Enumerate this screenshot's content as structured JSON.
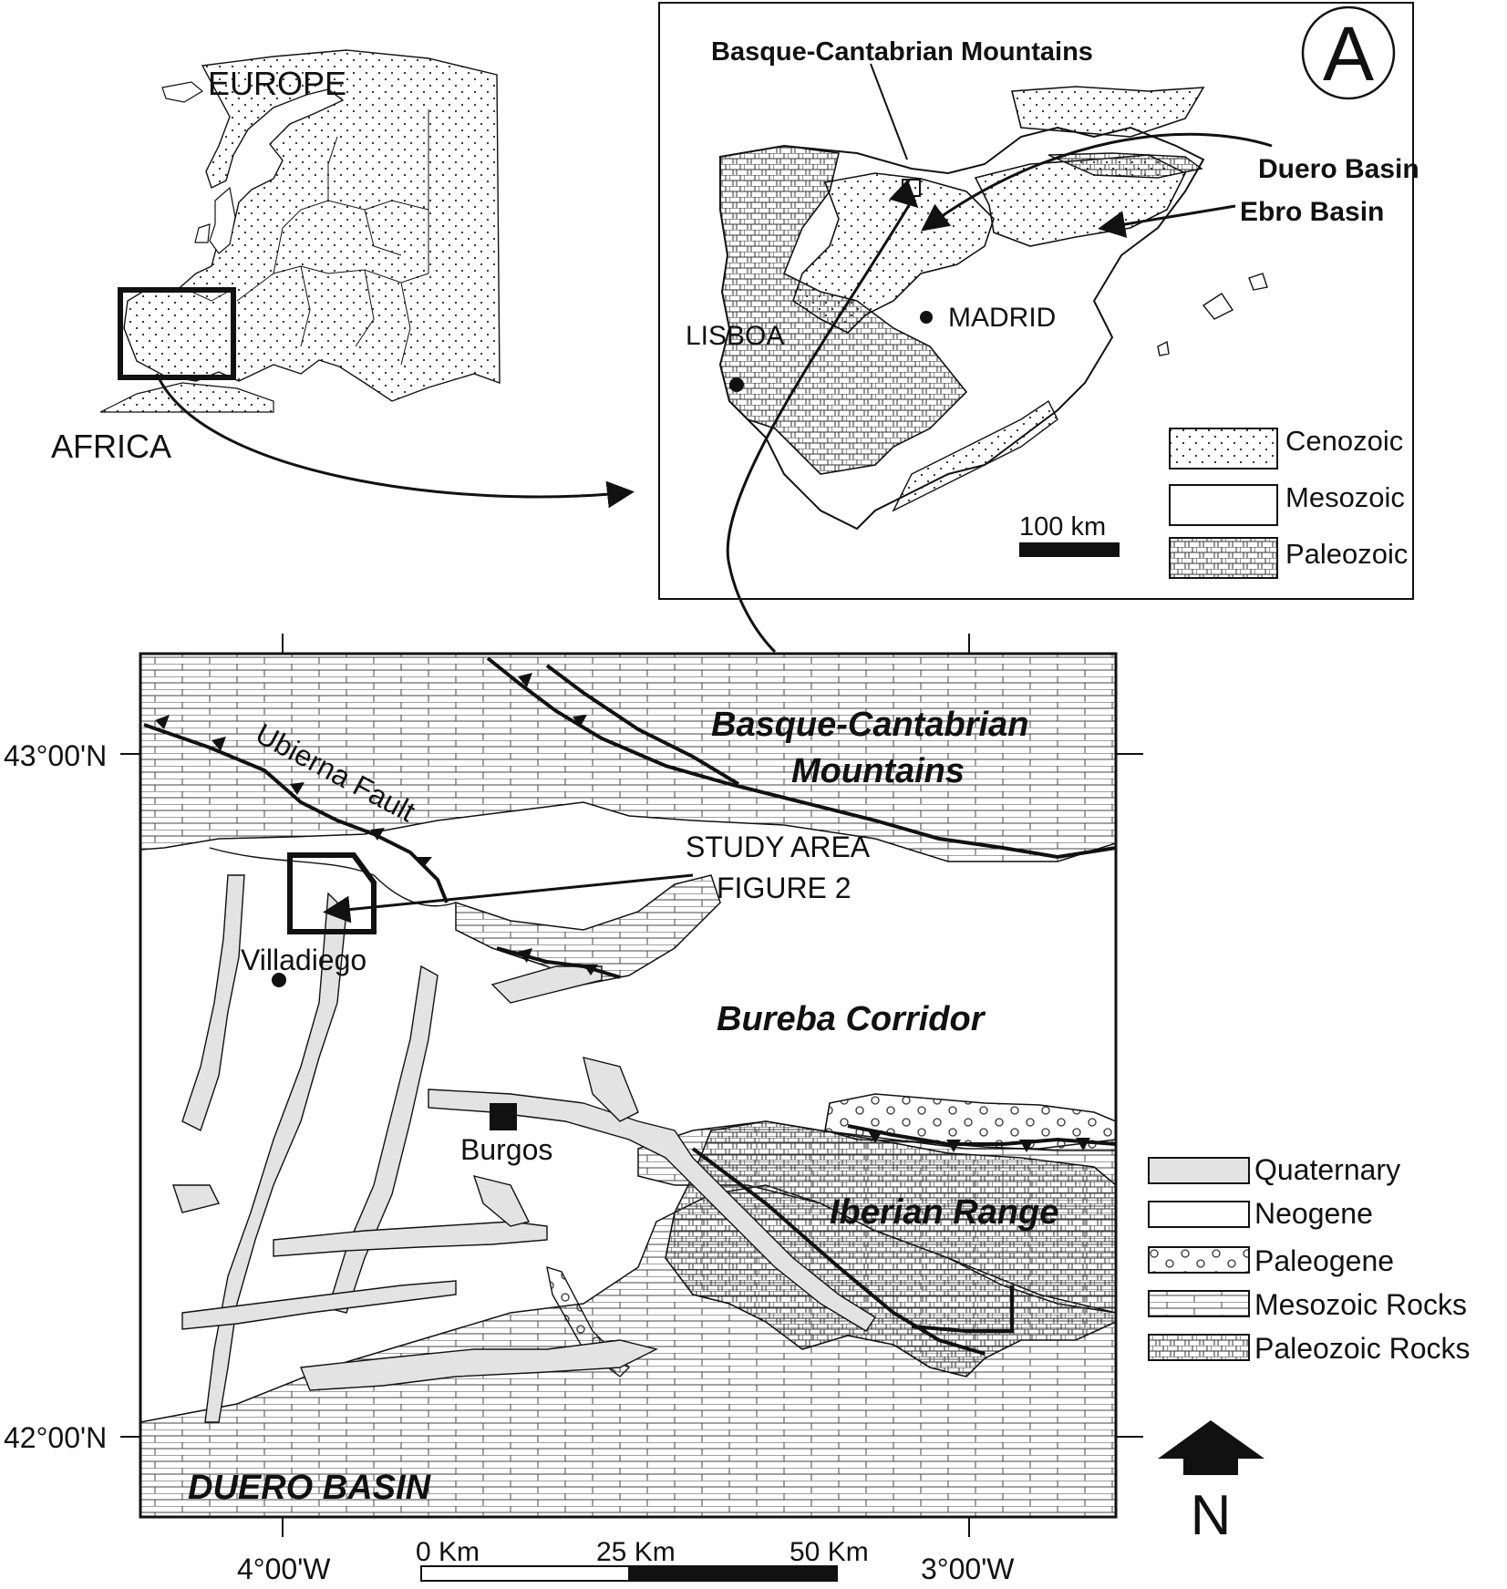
{
  "europe_map": {
    "europe_label": "EUROPE",
    "africa_label": "AFRICA"
  },
  "iberia_map": {
    "panel_letter": "A",
    "labels": {
      "basque_cantabrian": "Basque-Cantabrian Mountains",
      "duero_basin": "Duero Basin",
      "ebro_basin": "Ebro Basin",
      "madrid": "MADRID",
      "lisboa": "LISBOA"
    },
    "scale_label": "100 km",
    "legend": [
      {
        "label": "Cenozoic",
        "pattern": "dots"
      },
      {
        "label": "Mesozoic",
        "pattern": "blank"
      },
      {
        "label": "Paleozoic",
        "pattern": "grid"
      }
    ]
  },
  "regional_map": {
    "lat_labels": [
      "43°00'N",
      "42°00'N"
    ],
    "lon_labels": [
      "4°00'W",
      "3°00'W"
    ],
    "region_labels": {
      "basque_1": "Basque-Cantabrian",
      "basque_2": "Mountains",
      "bureba": "Bureba Corridor",
      "iberian": "Iberian Range",
      "duero": "DUERO BASIN"
    },
    "fault_label": "Ubierna Fault",
    "study_area_1": "STUDY AREA",
    "study_area_2": "FIGURE 2",
    "towns": {
      "villadiego": "Villadiego",
      "burgos": "Burgos"
    },
    "scale": {
      "labels": [
        "0 Km",
        "25 Km",
        "50 Km"
      ]
    },
    "legend": [
      {
        "label": "Quaternary",
        "pattern": "gray"
      },
      {
        "label": "Neogene",
        "pattern": "blank"
      },
      {
        "label": "Paleogene",
        "pattern": "circles"
      },
      {
        "label": "Mesozoic Rocks",
        "pattern": "hlines"
      },
      {
        "label": "Paleozoic Rocks",
        "pattern": "grid"
      }
    ],
    "north_label": "N"
  },
  "colors": {
    "ink": "#111111",
    "quaternary_fill": "#e3e3e3",
    "paper": "#ffffff"
  }
}
